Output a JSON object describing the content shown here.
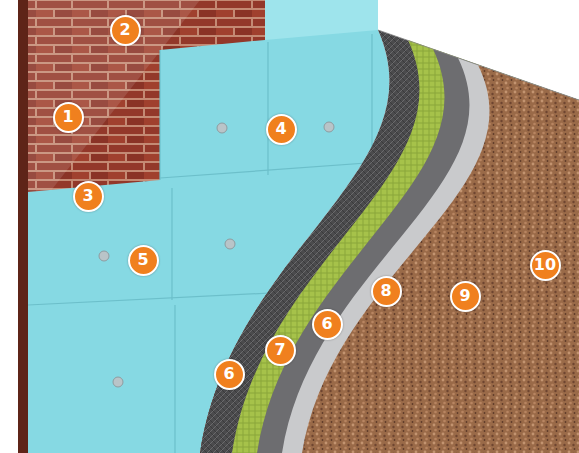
{
  "diagram": {
    "labels": [
      "1",
      "2",
      "3",
      "4",
      "5",
      "6",
      "6",
      "7",
      "8",
      "9",
      "10"
    ]
  }
}
